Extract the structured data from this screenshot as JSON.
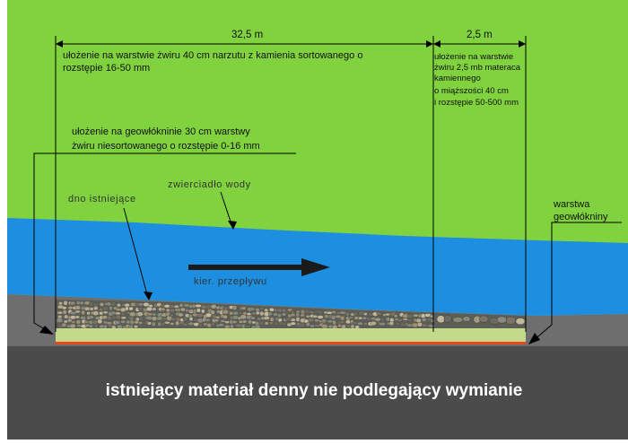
{
  "labels": {
    "dim_main": "32,5 m",
    "dim_side": "2,5 m",
    "gravel_top_line1": "ułożenie na warstwie żwiru 40 cm narzutu z kamienia sortowanego o",
    "gravel_top_line2": "rozstępie 16-50 mm",
    "mattress_line1": "ułożenie na warstwie",
    "mattress_line2": "żwiru 2,5 mb materaca",
    "mattress_line3": "kamiennego",
    "mattress_line4": "o miąższości 40 cm",
    "mattress_line5": "i rozstępie 50-500 mm",
    "geo_line1": "ułożenie na geowłókninie  30 cm warstwy",
    "geo_line2": "żwiru niesortowanego o rozstępie 0-16 mm",
    "water_surface": "zwierciadło wody",
    "existing_bed": "dno istniejące",
    "geotextile_layer_line1": "warstwa",
    "geotextile_layer_line2": "geowłókniny",
    "flow_direction": "kier. przepływu",
    "bottom_caption": "istniejący materiał denny nie podlegający wymianie"
  },
  "colors": {
    "grass": "#80d23e",
    "water": "#1e8fe0",
    "bank": "#6e6e6e",
    "bedrock": "#4b4b4b",
    "gravel_fill": "#c4d98a",
    "geotextile": "#e8481a"
  }
}
